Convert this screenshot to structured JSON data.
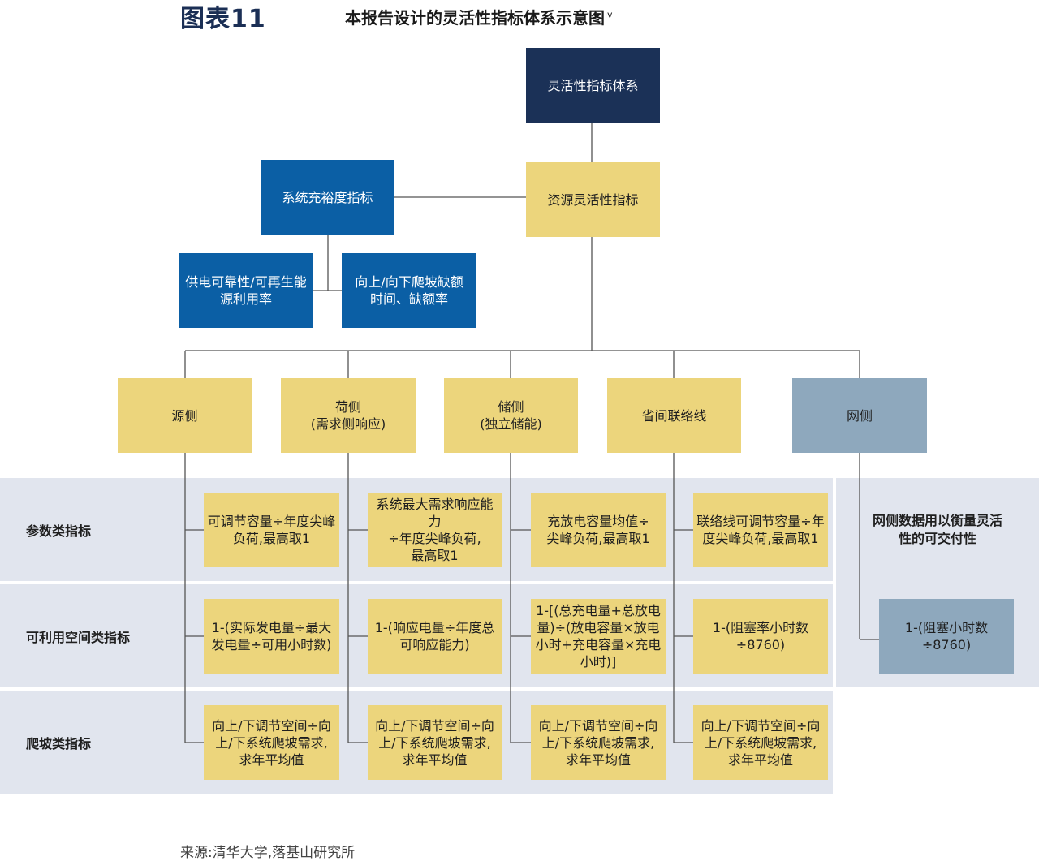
{
  "figure_label": "图表11",
  "title": "本报告设计的灵活性指标体系示意图",
  "title_sup": "iv",
  "nodes": {
    "root": "灵活性指标体系",
    "resource": "资源灵活性指标",
    "adequacy": "系统充裕度指标",
    "reliability": "供电可靠性/可再生能\n源利用率",
    "ramp_gap": "向上/向下爬坡缺额\n时间、缺额率",
    "source_side": "源侧",
    "load_side": "荷侧\n(需求侧响应)",
    "storage_side": "储侧\n(独立储能)",
    "interprovincial": "省间联络线",
    "grid_side": "网侧"
  },
  "row_labels": [
    "参数类指标",
    "可利用空间类指标",
    "爬坡类指标"
  ],
  "grid_note": "网侧数据用以衡量灵活\n性的可交付性",
  "grid_value": "1-(阻塞小时数÷8760)",
  "cells": [
    [
      "可调节容量÷年度尖峰\n负荷,最高取1",
      "系统最大需求响应能力\n÷年度尖峰负荷,\n最高取1",
      "充放电容量均值÷\n尖峰负荷,最高取1",
      "联络线可调节容量÷年\n度尖峰负荷,最高取1"
    ],
    [
      "1-(实际发电量÷最大\n发电量÷可用小时数)",
      "1-(响应电量÷年度总\n可响应能力)",
      "1-[(总充电量+总放电\n量)÷(放电容量×放电\n小时+充电容量×充电\n小时)]",
      "1-(阻塞率小时数\n÷8760)"
    ],
    [
      "向上/下调节空间÷向\n上/下系统爬坡需求,\n求年平均值",
      "向上/下调节空间÷向\n上/下系统爬坡需求,\n求年平均值",
      "向上/下调节空间÷向\n上/下系统爬坡需求,\n求年平均值",
      "向上/下调节空间÷向\n上/下系统爬坡需求,\n求年平均值"
    ]
  ],
  "source": "来源:清华大学,落基山研究所",
  "colors": {
    "navy": "#1b3157",
    "blue": "#0b5fa5",
    "yellow": "#ecd57c",
    "grey": "#8ea8bd",
    "band": "#e1e5ee"
  }
}
